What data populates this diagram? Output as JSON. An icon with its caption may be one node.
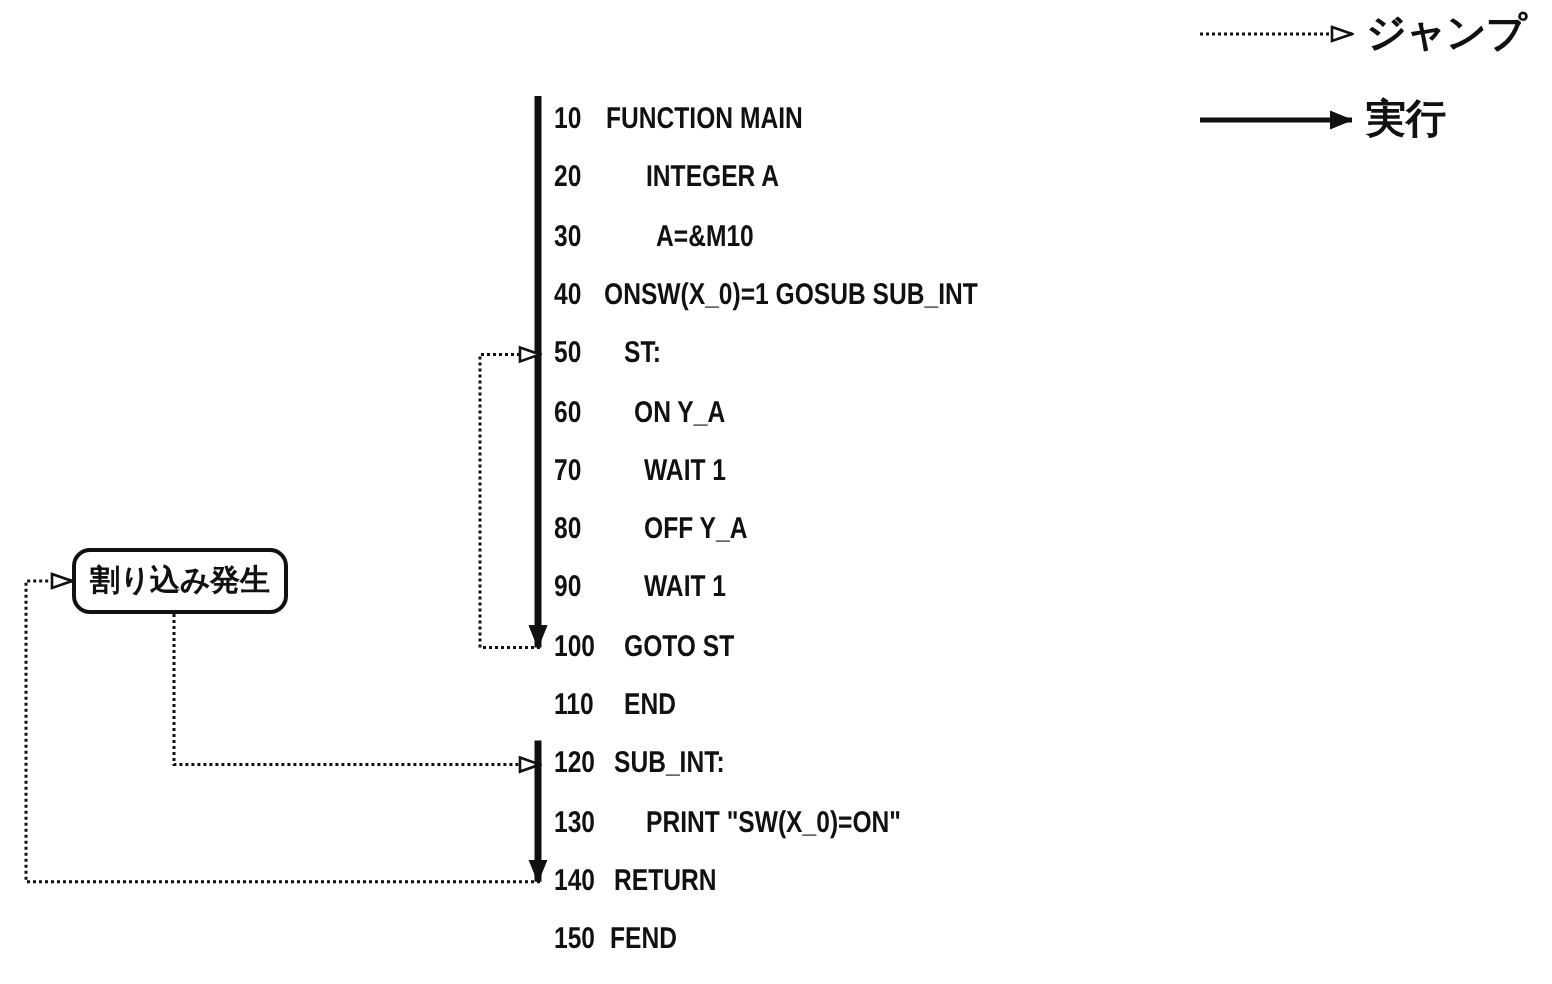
{
  "diagram": {
    "nodes": [
      {
        "text": [
          "割り込み発生"
        ]
      },
      {
        "text": [
          "10",
          "FUNCTION MAIN"
        ]
      },
      {
        "text": [
          "20",
          "INTEGER A"
        ]
      },
      {
        "text": [
          "30",
          "A=&M10"
        ]
      },
      {
        "text": [
          "40",
          "ONSW(X_0)=1 GOSUB SUB_INT"
        ]
      },
      {
        "text": [
          "50",
          "ST:"
        ]
      },
      {
        "text": [
          "60",
          "ON Y_A"
        ]
      },
      {
        "text": [
          "70",
          "WAIT 1"
        ]
      },
      {
        "text": [
          "80",
          "OFF Y_A"
        ]
      },
      {
        "text": [
          "90",
          "WAIT 1"
        ]
      },
      {
        "text": [
          "100",
          "GOTO ST"
        ]
      },
      {
        "text": [
          "110",
          "END"
        ]
      },
      {
        "text": [
          "120",
          "SUB_INT:"
        ]
      },
      {
        "text": [
          "130",
          "PRINT \"SW(X_0)=ON\""
        ]
      },
      {
        "text": [
          "140",
          "RETURN"
        ]
      },
      {
        "text": [
          "150",
          "FEND"
        ]
      }
    ],
    "edges": [
      {
        "from": 1,
        "to": 10,
        "arrow": "to",
        "style": "thick"
      },
      {
        "from": 10,
        "to": 5,
        "arrow": "to",
        "style": "dashed"
      },
      {
        "from": 0,
        "to": 12,
        "arrow": "to",
        "style": "dashed"
      },
      {
        "from": 12,
        "to": 14,
        "arrow": "to",
        "style": "thick"
      },
      {
        "from": 14,
        "to": 0,
        "arrow": "to",
        "style": "dashed"
      }
    ],
    "legend": [
      {
        "text": "ジャンプ"
      },
      {
        "text": "実行"
      }
    ]
  }
}
